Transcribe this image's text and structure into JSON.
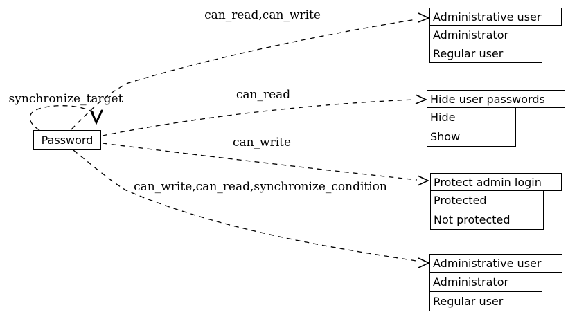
{
  "diagram": {
    "background_color": "#ffffff",
    "stroke_color": "#000000",
    "source_node": {
      "label": "Password"
    },
    "self_loop": {
      "label": "synchronize_target"
    },
    "edges": [
      {
        "label": "can_read,can_write",
        "target": "Administrative user"
      },
      {
        "label": "can_read",
        "target": "Hide user passwords"
      },
      {
        "label": "can_write",
        "target": "Protect admin login"
      },
      {
        "label": "can_write,can_read,synchronize_condition",
        "target": "Administrative user"
      }
    ],
    "tables": [
      {
        "title": "Administrative user",
        "rows": [
          "Administrator",
          "Regular user"
        ]
      },
      {
        "title": "Hide user passwords",
        "rows": [
          "Hide",
          "Show"
        ]
      },
      {
        "title": "Protect admin login",
        "rows": [
          "Protected",
          "Not protected"
        ]
      },
      {
        "title": "Administrative user",
        "rows": [
          "Administrator",
          "Regular user"
        ]
      }
    ]
  }
}
